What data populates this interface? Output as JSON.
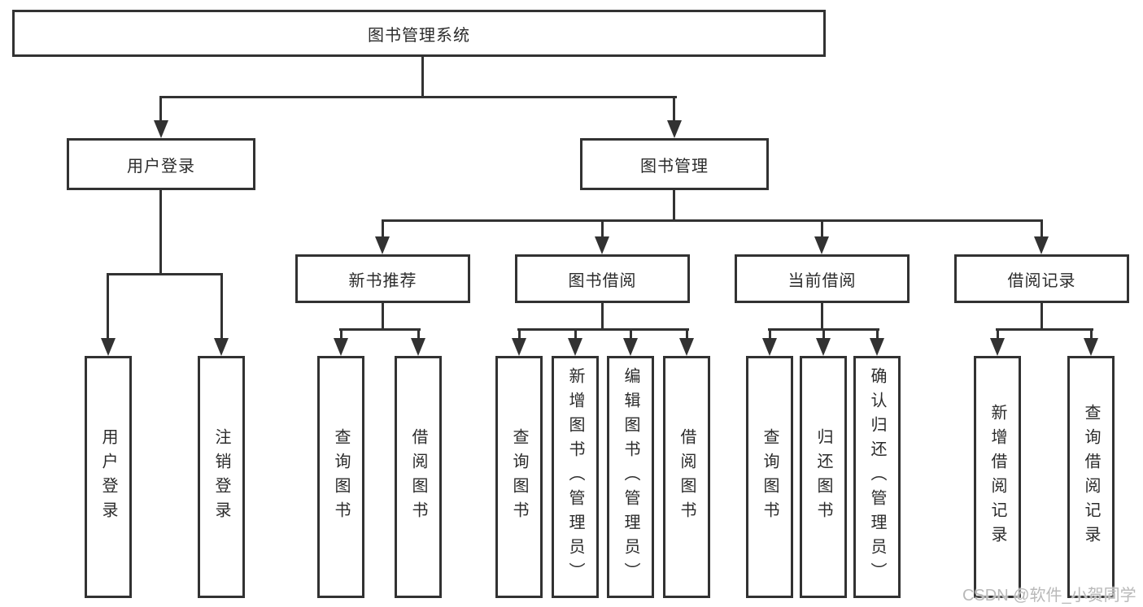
{
  "diagram": {
    "tree": {
      "label": "图书管理系统",
      "children": [
        {
          "label": "用户登录",
          "children": [
            {
              "label": "用户登录"
            },
            {
              "label": "注销登录"
            }
          ]
        },
        {
          "label": "图书管理",
          "children": [
            {
              "label": "新书推荐",
              "children": [
                {
                  "label": "查询图书"
                },
                {
                  "label": "借阅图书"
                }
              ]
            },
            {
              "label": "图书借阅",
              "children": [
                {
                  "label": "查询图书"
                },
                {
                  "label": "新增图书（管理员）"
                },
                {
                  "label": "编辑图书（管理员）"
                },
                {
                  "label": "借阅图书"
                }
              ]
            },
            {
              "label": "当前借阅",
              "children": [
                {
                  "label": "查询图书"
                },
                {
                  "label": "归还图书"
                },
                {
                  "label": "确认归还（管理员）"
                }
              ]
            },
            {
              "label": "借阅记录",
              "children": [
                {
                  "label": "新增借阅记录"
                },
                {
                  "label": "查询借阅记录"
                }
              ]
            }
          ]
        }
      ]
    },
    "colors": {
      "line": "#323232",
      "text": "#2b2b2b",
      "watermark": "#b9b9b9",
      "background": "#ffffff"
    }
  },
  "watermark": "CSDN @软件_小贺同学"
}
